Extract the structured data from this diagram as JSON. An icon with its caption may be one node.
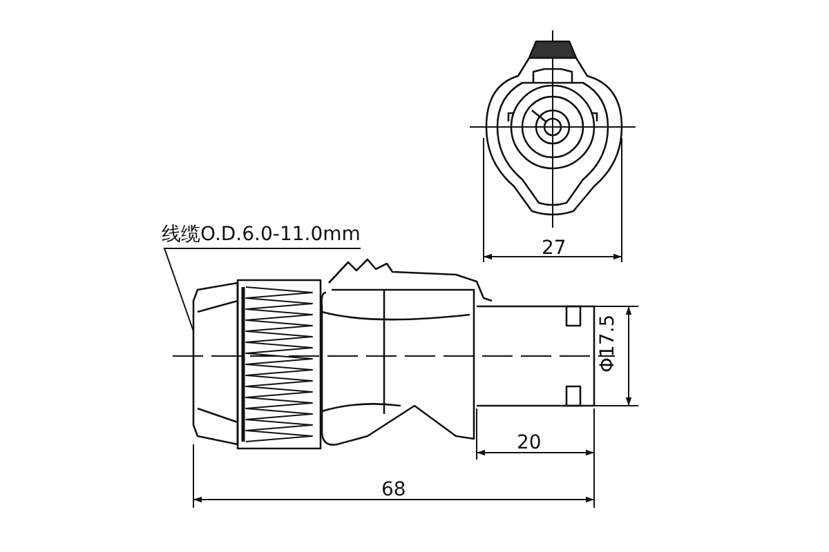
{
  "diagram": {
    "nodes": [
      {
        "text": [
          "线缆O.D.6.0-11.0mm"
        ]
      },
      {
        "text": [],
        "shape": "picture"
      }
    ],
    "edges": [
      {
        "from": 0,
        "to": 1,
        "arrow": "none"
      }
    ],
    "labels": [
      "27",
      "Φ17.5",
      "20",
      "68"
    ]
  }
}
